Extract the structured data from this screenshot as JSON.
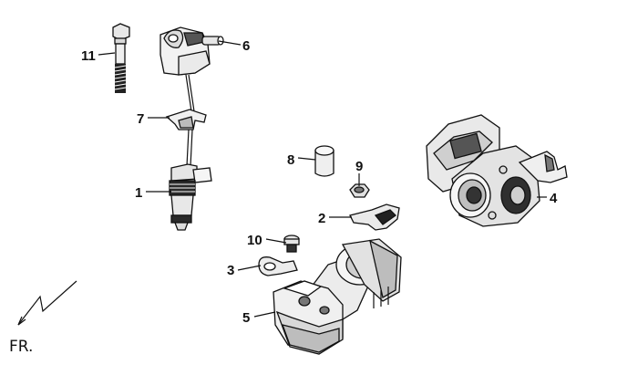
{
  "callouts": [
    {
      "id": "1",
      "label": "1"
    },
    {
      "id": "2",
      "label": "2"
    },
    {
      "id": "3",
      "label": "3"
    },
    {
      "id": "4",
      "label": "4"
    },
    {
      "id": "5",
      "label": "5"
    },
    {
      "id": "6",
      "label": "6"
    },
    {
      "id": "7",
      "label": "7"
    },
    {
      "id": "8",
      "label": "8"
    },
    {
      "id": "9",
      "label": "9"
    },
    {
      "id": "10",
      "label": "10"
    },
    {
      "id": "11",
      "label": "11"
    }
  ],
  "orientation": {
    "label": "FR."
  }
}
